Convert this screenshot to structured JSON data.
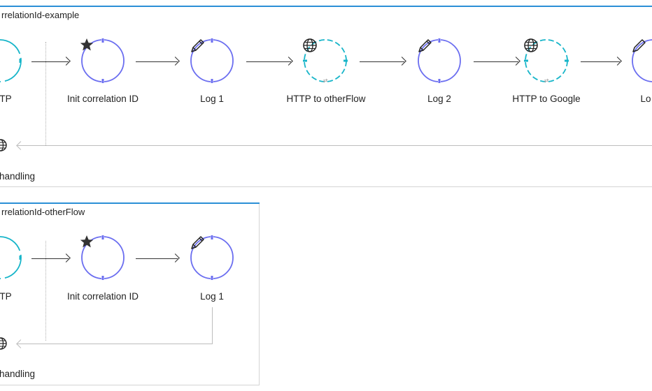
{
  "flows": [
    {
      "title": "rrelationId-example",
      "nodes": [
        {
          "label": "TP",
          "icon": "globe-icon"
        },
        {
          "label": "Init correlation ID",
          "icon": "star-icon"
        },
        {
          "label": "Log 1",
          "icon": "pencil-icon"
        },
        {
          "label": "HTTP to otherFlow",
          "icon": "globe-icon"
        },
        {
          "label": "Log 2",
          "icon": "pencil-icon"
        },
        {
          "label": "HTTP to Google",
          "icon": "globe-icon"
        },
        {
          "label": "Lo",
          "icon": "pencil-icon"
        }
      ],
      "error_handling_label": "handling"
    },
    {
      "title": "rrelationId-otherFlow",
      "nodes": [
        {
          "label": "TP",
          "icon": "globe-icon"
        },
        {
          "label": "Init correlation ID",
          "icon": "star-icon"
        },
        {
          "label": "Log 1",
          "icon": "pencil-icon"
        }
      ],
      "error_handling_label": "handling"
    }
  ],
  "colors": {
    "source_node": "#17b5c9",
    "processor_node": "#6b6ef0",
    "flow_border": "#2b8fd6"
  }
}
